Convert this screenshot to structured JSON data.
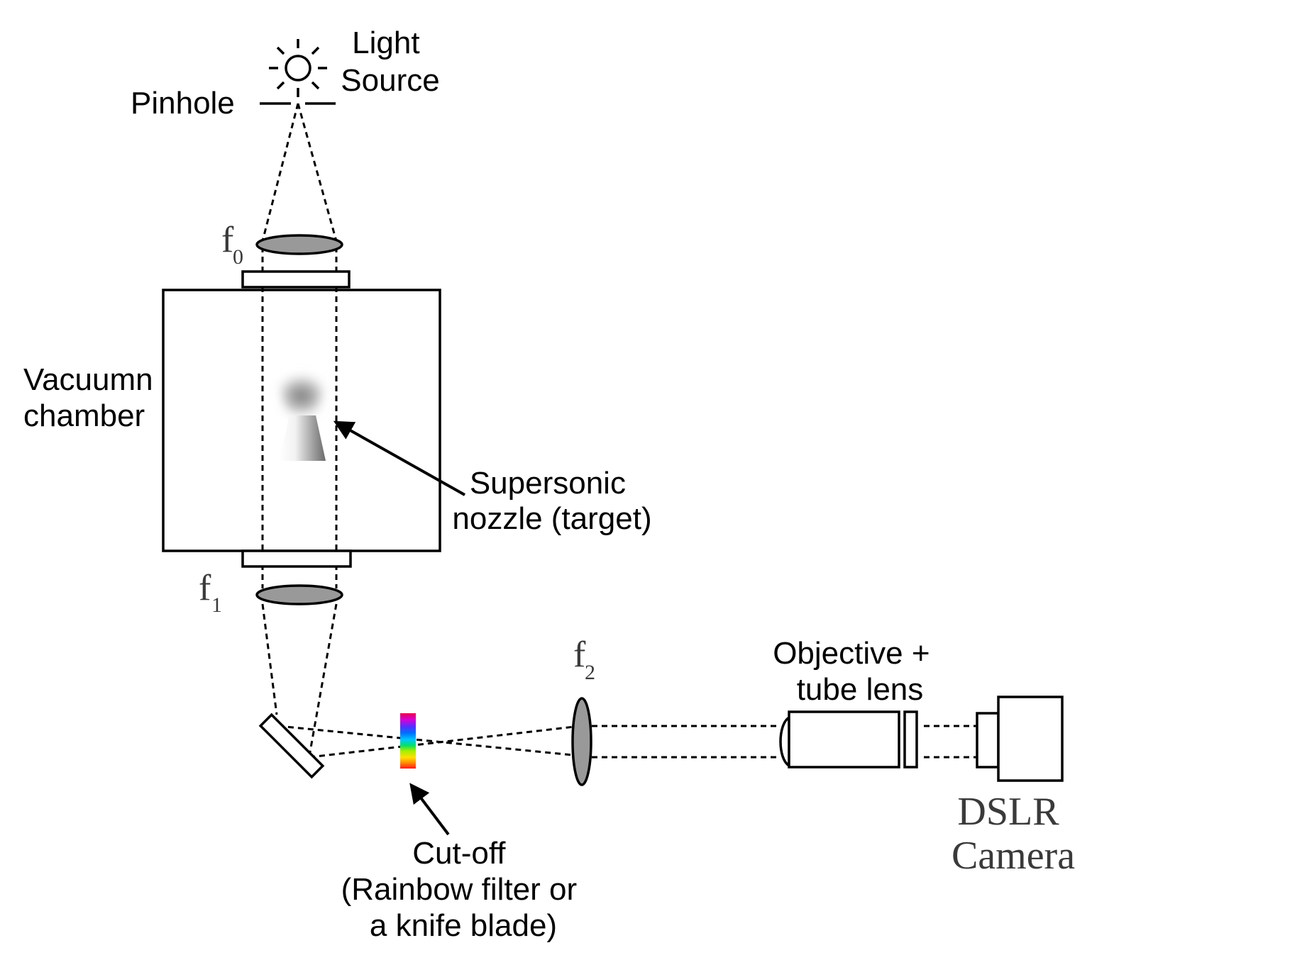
{
  "labels": {
    "light_source": [
      "Light",
      "Source"
    ],
    "pinhole": "Pinhole",
    "lens_f0": {
      "letter": "f",
      "sub": "0"
    },
    "lens_f1": {
      "letter": "f",
      "sub": "1"
    },
    "lens_f2": {
      "letter": "f",
      "sub": "2"
    },
    "vacuum_chamber": [
      "Vacuumn",
      "chamber"
    ],
    "nozzle": [
      "Supersonic",
      "nozzle (target)"
    ],
    "cutoff": [
      "Cut-off",
      "(Rainbow filter or",
      "a knife blade)"
    ],
    "objective": [
      "Objective +",
      "tube lens"
    ],
    "camera": [
      "DSLR",
      "Camera"
    ]
  },
  "icons": {
    "light_source": "sun-icon",
    "nozzle": "nozzle-cone-icon",
    "filter": "rainbow-filter-icon"
  },
  "colors": {
    "lens_fill": "#999999",
    "stroke": "#000000",
    "serif_text": "#3a3a3a",
    "rainbow": [
      "#e8004a",
      "#d600d6",
      "#5a2cff",
      "#0070ff",
      "#00c8ff",
      "#00e070",
      "#a0f000",
      "#ffe000",
      "#ff8a00",
      "#ff1a1a"
    ]
  }
}
